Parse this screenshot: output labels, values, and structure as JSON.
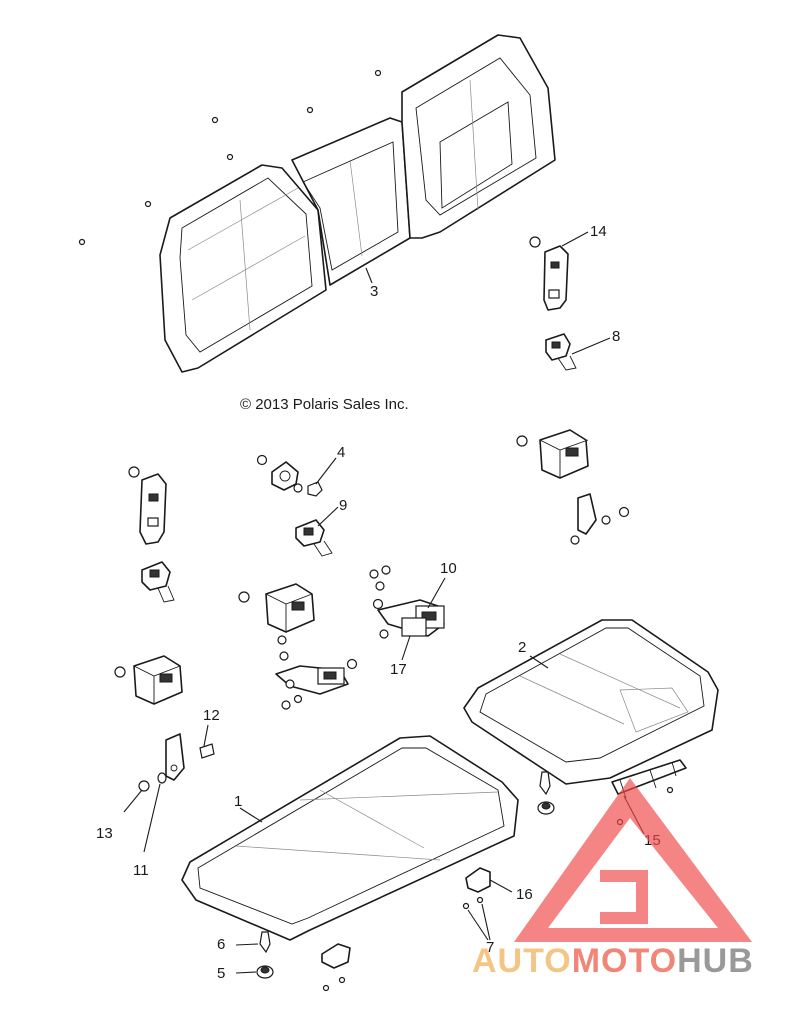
{
  "copyright": "© 2013 Polaris Sales Inc.",
  "callouts": {
    "c1": "1",
    "c2": "2",
    "c3": "3",
    "c4": "4",
    "c5": "5",
    "c6": "6",
    "c7": "7",
    "c8": "8",
    "c9": "9",
    "c10": "10",
    "c11": "11",
    "c12": "12",
    "c13": "13",
    "c14": "14",
    "c15": "15",
    "c16": "16",
    "c17": "17"
  },
  "watermark": {
    "part1": "AUTO",
    "part2": "MOTO",
    "part3": "HUB",
    "colors": {
      "auto": "#f3c07a",
      "moto": "#f07a6a",
      "hub": "#8f8f8f",
      "triangle": "#f04a4a"
    }
  }
}
